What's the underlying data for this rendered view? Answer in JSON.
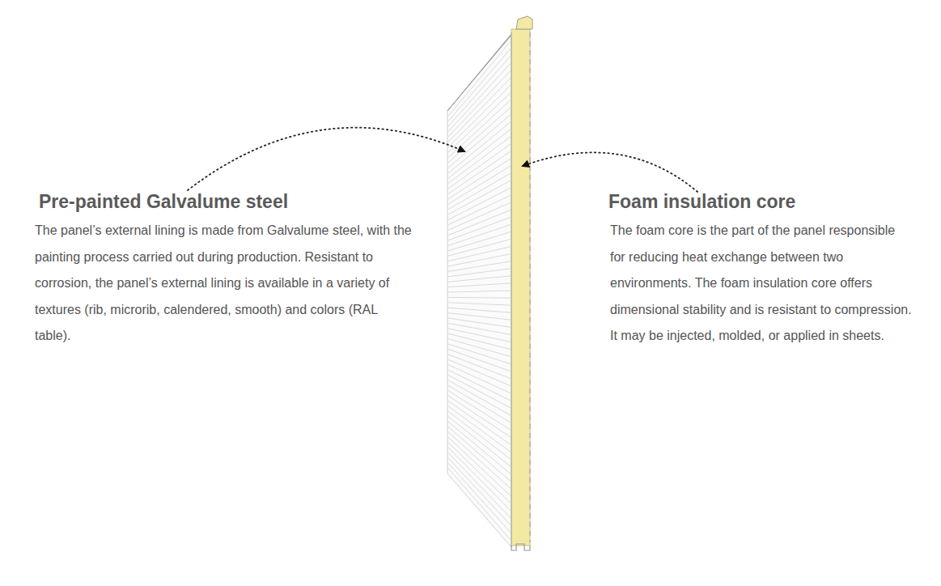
{
  "diagram": {
    "labels": [
      "Pre-painted Galvalume steel",
      "The panel’s external lining is made from Galvalume steel, with the painting process carried out during production. Resistant to corrosion, the panel’s external lining is available in a variety of textures (rib, microrib, calendered, smooth) and colors (RAL table).",
      "Foam insulation core",
      "The foam core is the part of the panel responsible for reducing heat exchange between two environments. The foam insulation core offers dimensional stability and is resistant to compression. It may be injected, molded, or applied in sheets."
    ]
  }
}
